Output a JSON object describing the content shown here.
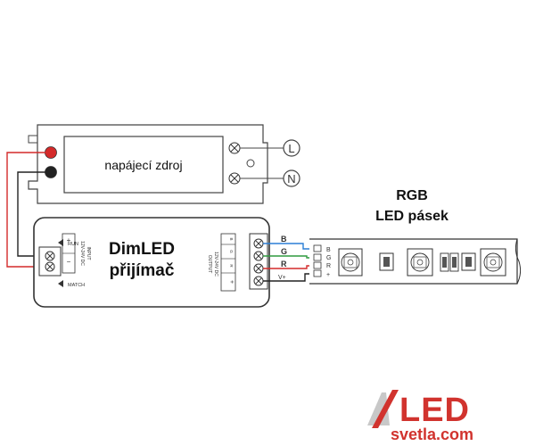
{
  "power_supply": {
    "label": "napájecí zdroj",
    "terminal_L": "L",
    "terminal_N": "N"
  },
  "receiver": {
    "title_line1": "DimLED",
    "title_line2": "přijímač",
    "run_label": "RUN",
    "match_label": "MATCH",
    "input_label": "INPUT",
    "input_voltage": "12V-24V DC",
    "output_label": "OUTPUT",
    "output_header": "12V-24V DC",
    "output_pins": [
      "B",
      "G",
      "R",
      "+"
    ],
    "input_pins": [
      "+",
      "−"
    ]
  },
  "wires": {
    "B": "B",
    "G": "G",
    "R": "R",
    "V": "V+"
  },
  "strip": {
    "title_line1": "RGB",
    "title_line2": "LED pásek",
    "pins": [
      "B",
      "G",
      "R",
      "+"
    ]
  },
  "logo": {
    "big": "LED",
    "small": "svetla.com"
  },
  "colors": {
    "wire_red": "#d42a2a",
    "wire_black": "#222222",
    "wire_blue": "#2b7fd6",
    "wire_green": "#2e9a3e",
    "logo_red": "#d1332e",
    "logo_gray": "#c8c8c8"
  }
}
